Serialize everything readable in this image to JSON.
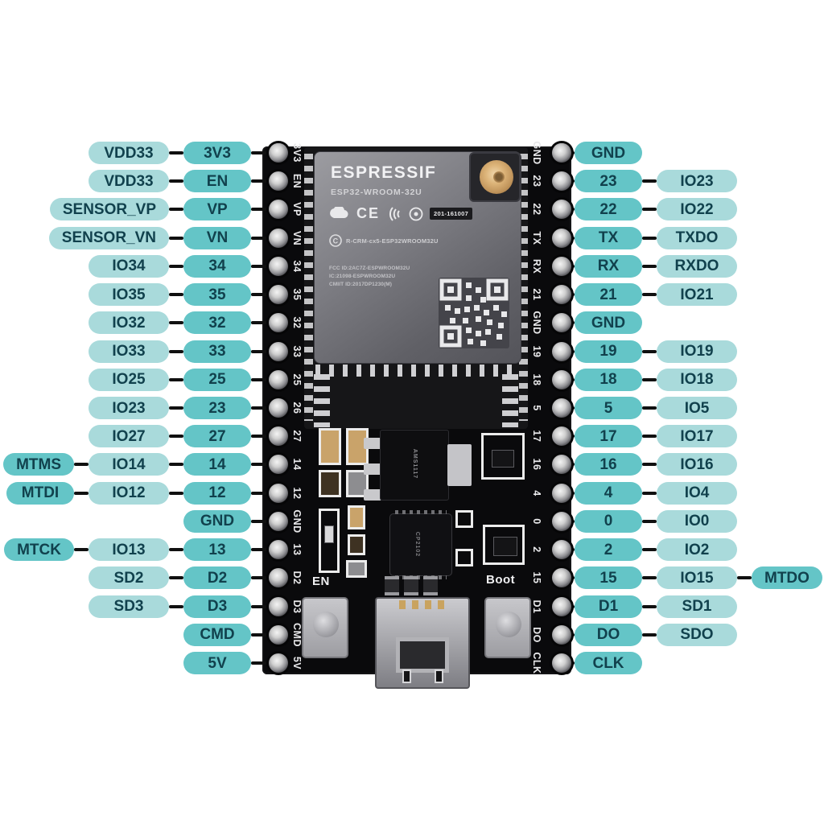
{
  "colors": {
    "pill_dark": "#64c5c7",
    "pill_light": "#a9dadb",
    "pill_text": "#11414d",
    "wire": "#101010",
    "board": "#0a0a0c",
    "silkscreen": "#e9e9eb"
  },
  "diagram": {
    "left_rows": [
      {
        "pills": [
          {
            "text": "VDD33",
            "tone": "light"
          },
          {
            "text": "3V3",
            "tone": "dark"
          }
        ]
      },
      {
        "pills": [
          {
            "text": "VDD33",
            "tone": "light"
          },
          {
            "text": "EN",
            "tone": "dark"
          }
        ]
      },
      {
        "pills": [
          {
            "text": "SENSOR_VP",
            "tone": "light"
          },
          {
            "text": "VP",
            "tone": "dark"
          }
        ]
      },
      {
        "pills": [
          {
            "text": "SENSOR_VN",
            "tone": "light"
          },
          {
            "text": "VN",
            "tone": "dark"
          }
        ]
      },
      {
        "pills": [
          {
            "text": "IO34",
            "tone": "light"
          },
          {
            "text": "34",
            "tone": "dark"
          }
        ]
      },
      {
        "pills": [
          {
            "text": "IO35",
            "tone": "light"
          },
          {
            "text": "35",
            "tone": "dark"
          }
        ]
      },
      {
        "pills": [
          {
            "text": "IO32",
            "tone": "light"
          },
          {
            "text": "32",
            "tone": "dark"
          }
        ]
      },
      {
        "pills": [
          {
            "text": "IO33",
            "tone": "light"
          },
          {
            "text": "33",
            "tone": "dark"
          }
        ]
      },
      {
        "pills": [
          {
            "text": "IO25",
            "tone": "light"
          },
          {
            "text": "25",
            "tone": "dark"
          }
        ]
      },
      {
        "pills": [
          {
            "text": "IO23",
            "tone": "light"
          },
          {
            "text": "23",
            "tone": "dark"
          }
        ]
      },
      {
        "pills": [
          {
            "text": "IO27",
            "tone": "light"
          },
          {
            "text": "27",
            "tone": "dark"
          }
        ]
      },
      {
        "pills": [
          {
            "text": "MTMS",
            "tone": "dark"
          },
          {
            "text": "IO14",
            "tone": "light"
          },
          {
            "text": "14",
            "tone": "dark"
          }
        ]
      },
      {
        "pills": [
          {
            "text": "MTDI",
            "tone": "dark"
          },
          {
            "text": "IO12",
            "tone": "light"
          },
          {
            "text": "12",
            "tone": "dark"
          }
        ]
      },
      {
        "pills": [
          {
            "text": "GND",
            "tone": "dark"
          }
        ]
      },
      {
        "pills": [
          {
            "text": "MTCK",
            "tone": "dark"
          },
          {
            "text": "IO13",
            "tone": "light"
          },
          {
            "text": "13",
            "tone": "dark"
          }
        ]
      },
      {
        "pills": [
          {
            "text": "SD2",
            "tone": "light"
          },
          {
            "text": "D2",
            "tone": "dark"
          }
        ]
      },
      {
        "pills": [
          {
            "text": "SD3",
            "tone": "light"
          },
          {
            "text": "D3",
            "tone": "dark"
          }
        ]
      },
      {
        "pills": [
          {
            "text": "CMD",
            "tone": "dark"
          }
        ]
      },
      {
        "pills": [
          {
            "text": "5V",
            "tone": "dark"
          }
        ]
      }
    ],
    "right_rows": [
      {
        "pills": [
          {
            "text": "GND",
            "tone": "dark"
          }
        ]
      },
      {
        "pills": [
          {
            "text": "23",
            "tone": "dark"
          },
          {
            "text": "IO23",
            "tone": "light"
          }
        ]
      },
      {
        "pills": [
          {
            "text": "22",
            "tone": "dark"
          },
          {
            "text": "IO22",
            "tone": "light"
          }
        ]
      },
      {
        "pills": [
          {
            "text": "TX",
            "tone": "dark"
          },
          {
            "text": "TXDO",
            "tone": "light"
          }
        ]
      },
      {
        "pills": [
          {
            "text": "RX",
            "tone": "dark"
          },
          {
            "text": "RXDO",
            "tone": "light"
          }
        ]
      },
      {
        "pills": [
          {
            "text": "21",
            "tone": "dark"
          },
          {
            "text": "IO21",
            "tone": "light"
          }
        ]
      },
      {
        "pills": [
          {
            "text": "GND",
            "tone": "dark"
          }
        ]
      },
      {
        "pills": [
          {
            "text": "19",
            "tone": "dark"
          },
          {
            "text": "IO19",
            "tone": "light"
          }
        ]
      },
      {
        "pills": [
          {
            "text": "18",
            "tone": "dark"
          },
          {
            "text": "IO18",
            "tone": "light"
          }
        ]
      },
      {
        "pills": [
          {
            "text": "5",
            "tone": "dark"
          },
          {
            "text": "IO5",
            "tone": "light"
          }
        ]
      },
      {
        "pills": [
          {
            "text": "17",
            "tone": "dark"
          },
          {
            "text": "IO17",
            "tone": "light"
          }
        ]
      },
      {
        "pills": [
          {
            "text": "16",
            "tone": "dark"
          },
          {
            "text": "IO16",
            "tone": "light"
          }
        ]
      },
      {
        "pills": [
          {
            "text": "4",
            "tone": "dark"
          },
          {
            "text": "IO4",
            "tone": "light"
          }
        ]
      },
      {
        "pills": [
          {
            "text": "0",
            "tone": "dark"
          },
          {
            "text": "IO0",
            "tone": "light"
          }
        ]
      },
      {
        "pills": [
          {
            "text": "2",
            "tone": "dark"
          },
          {
            "text": "IO2",
            "tone": "light"
          }
        ]
      },
      {
        "pills": [
          {
            "text": "15",
            "tone": "dark"
          },
          {
            "text": "IO15",
            "tone": "light"
          },
          {
            "text": "MTDO",
            "tone": "dark"
          }
        ]
      },
      {
        "pills": [
          {
            "text": "D1",
            "tone": "dark"
          },
          {
            "text": "SD1",
            "tone": "light"
          }
        ]
      },
      {
        "pills": [
          {
            "text": "DO",
            "tone": "dark"
          },
          {
            "text": "SDO",
            "tone": "light"
          }
        ]
      },
      {
        "pills": [
          {
            "text": "CLK",
            "tone": "dark"
          }
        ]
      }
    ]
  },
  "board": {
    "silkscreen_left": [
      "3V3",
      "EN",
      "VP",
      "VN",
      "34",
      "35",
      "32",
      "33",
      "25",
      "26",
      "27",
      "14",
      "12",
      "GND",
      "13",
      "D2",
      "D3",
      "CMD",
      "5V"
    ],
    "silkscreen_right": [
      "GND",
      "23",
      "22",
      "TX",
      "RX",
      "21",
      "GND",
      "19",
      "18",
      "5",
      "17",
      "16",
      "4",
      "0",
      "2",
      "15",
      "D1",
      "DO",
      "CLK"
    ],
    "en_label": "EN",
    "boot_label": "Boot",
    "module": {
      "brand": "ESPRESSIF",
      "model": "ESP32-WROOM-32U",
      "ce_mark": "CE",
      "telec_id": "201-161007",
      "kc_mark": "C",
      "kc_line": "R-CRM-cx5-ESP32WROOM32U",
      "fcc_line": "FCC ID:2AC7Z-ESPWROOM32U",
      "ic_line": "IC:21098-ESPWROOM32U",
      "cmiit_line": "CMIIT ID:2017DP1230(M)",
      "usb_chip_label": "CP2102",
      "regulator_label": "AMS1117"
    }
  }
}
